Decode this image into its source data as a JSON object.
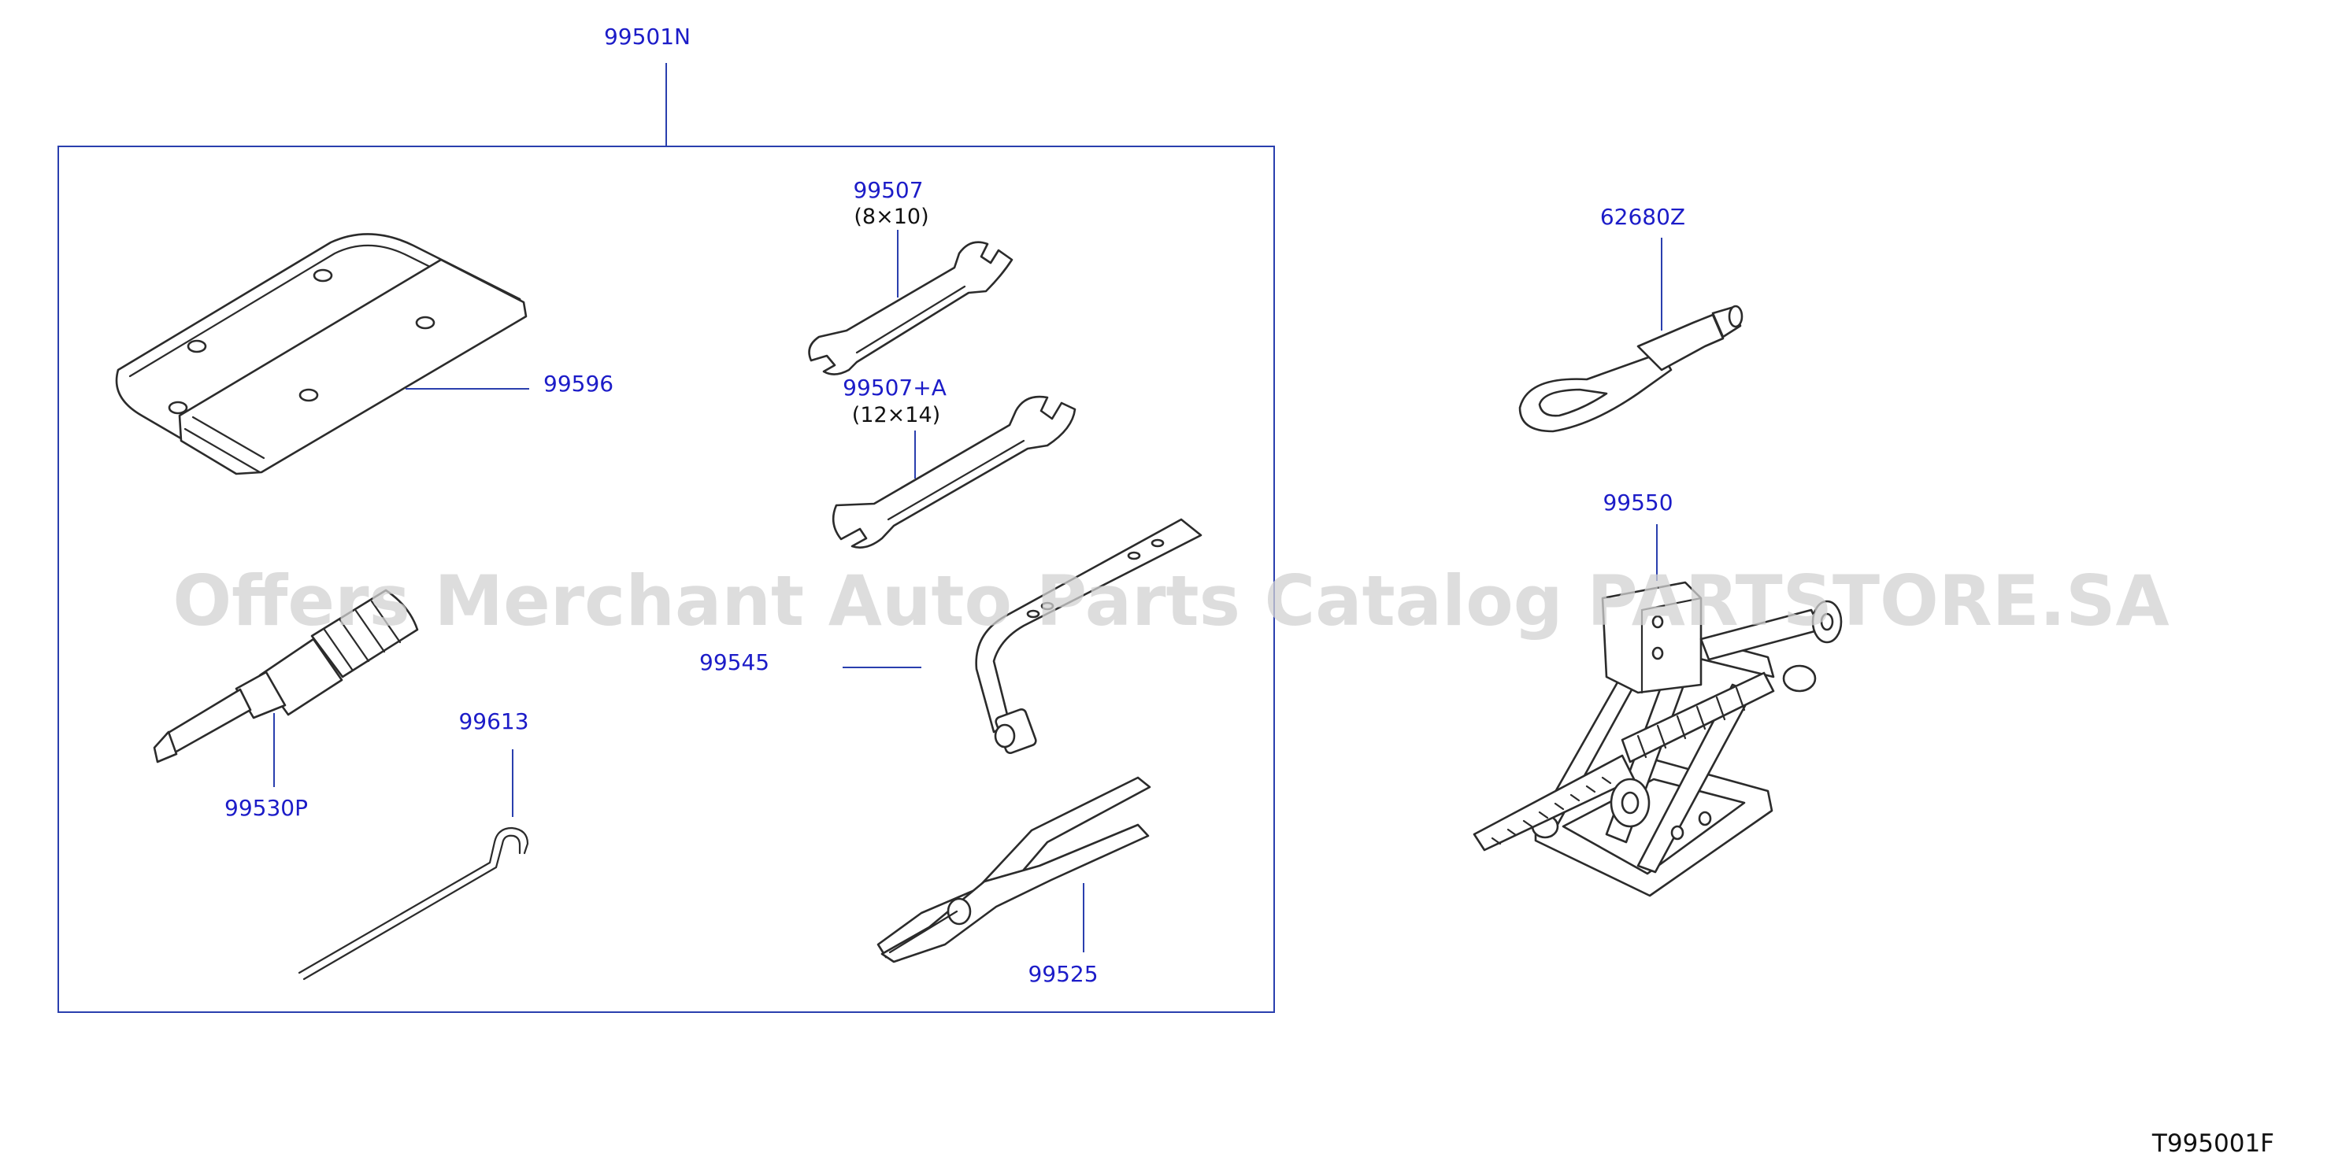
{
  "kit": {
    "part_number": "99501N"
  },
  "parts": {
    "tool_bag": {
      "part_number": "99596"
    },
    "wrench_small": {
      "part_number": "99507",
      "size": "(8×10)"
    },
    "wrench_large": {
      "part_number": "99507+A",
      "size": "(12×14)"
    },
    "wheel_wrench": {
      "part_number": "99545"
    },
    "screwdriver": {
      "part_number": "99530P"
    },
    "jack_handle_hook": {
      "part_number": "99613"
    },
    "pliers": {
      "part_number": "99525"
    },
    "tow_hook": {
      "part_number": "62680Z"
    },
    "jack": {
      "part_number": "99550"
    }
  },
  "watermark": "Offers Merchant Auto Parts Catalog PARTSTORE.SA",
  "diagram_code": "T995001F",
  "colors": {
    "label": "#1c1cc8",
    "leader": "#2a3fae",
    "frame": "#2a3fae",
    "watermark": "#d2d2d2"
  },
  "icons": [
    "tool-bag-icon",
    "wrench-icon",
    "wheel-wrench-icon",
    "screwdriver-icon",
    "hook-icon",
    "pliers-icon",
    "tow-hook-icon",
    "scissor-jack-icon"
  ]
}
